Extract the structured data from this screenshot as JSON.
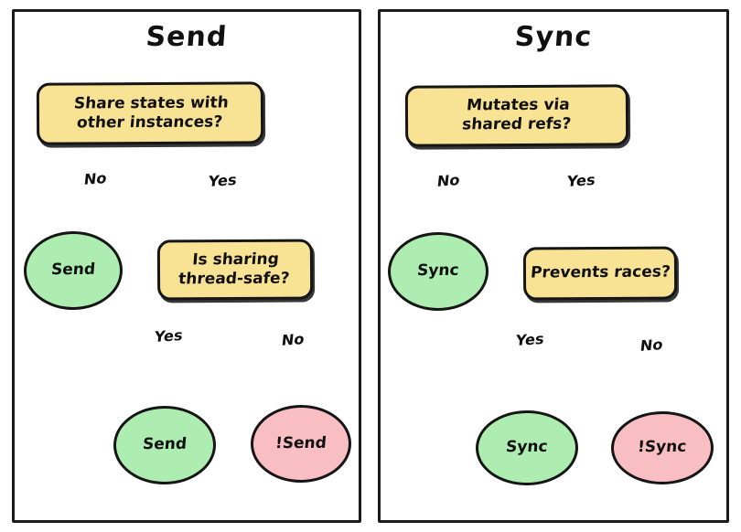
{
  "diagram": {
    "panels": [
      {
        "id": "send",
        "title": "Send",
        "nodes": {
          "root_question": "Share states with\nother instances?",
          "left_leaf": "Send",
          "second_question": "Is sharing\nthread-safe?",
          "leaf_yes": "Send",
          "leaf_no": "!Send"
        },
        "edges": [
          {
            "from": "root_question",
            "to": "left_leaf",
            "label": "No"
          },
          {
            "from": "root_question",
            "to": "second_question",
            "label": "Yes"
          },
          {
            "from": "second_question",
            "to": "leaf_yes",
            "label": "Yes"
          },
          {
            "from": "second_question",
            "to": "leaf_no",
            "label": "No"
          }
        ]
      },
      {
        "id": "sync",
        "title": "Sync",
        "nodes": {
          "root_question": "Mutates via\nshared refs?",
          "left_leaf": "Sync",
          "second_question": "Prevents races?",
          "leaf_yes": "Sync",
          "leaf_no": "!Sync"
        },
        "edges": [
          {
            "from": "root_question",
            "to": "left_leaf",
            "label": "No"
          },
          {
            "from": "root_question",
            "to": "second_question",
            "label": "Yes"
          },
          {
            "from": "second_question",
            "to": "leaf_yes",
            "label": "Yes"
          },
          {
            "from": "second_question",
            "to": "leaf_no",
            "label": "No"
          }
        ]
      }
    ],
    "colors": {
      "question_fill": "#f8e294",
      "positive_fill": "#aeedb1",
      "negative_fill": "#f9bec1",
      "stroke": "#151515",
      "background": "#ffffff"
    }
  }
}
